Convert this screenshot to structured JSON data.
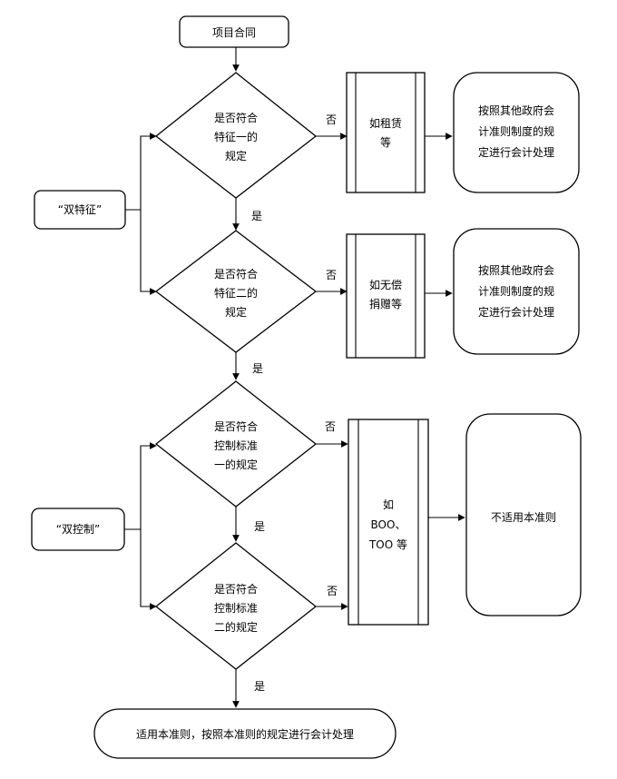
{
  "nodes": {
    "start": "项目合同",
    "feature_group": "“双特征”",
    "control_group": "“双控制”",
    "d1": [
      "是否符合",
      "特征一的",
      "规定"
    ],
    "d2": [
      "是否符合",
      "特征二的",
      "规定"
    ],
    "d3": [
      "是否符合",
      "控制标准",
      "一的规定"
    ],
    "d4": [
      "是否符合",
      "控制标准",
      "二的规定"
    ],
    "p1": [
      "如租赁",
      "等"
    ],
    "p2": [
      "如无偿",
      "捐赠等"
    ],
    "p3": [
      "如",
      "BOO、",
      "TOO 等"
    ],
    "o1": [
      "按照其他政府会",
      "计准则制度的规",
      "定进行会计处理"
    ],
    "o2": [
      "按照其他政府会",
      "计准则制度的规",
      "定进行会计处理"
    ],
    "o3": "不适用本准则",
    "end": "适用本准则，按照本准则的规定进行会计处理"
  },
  "labels": {
    "yes": "是",
    "no": "否"
  }
}
